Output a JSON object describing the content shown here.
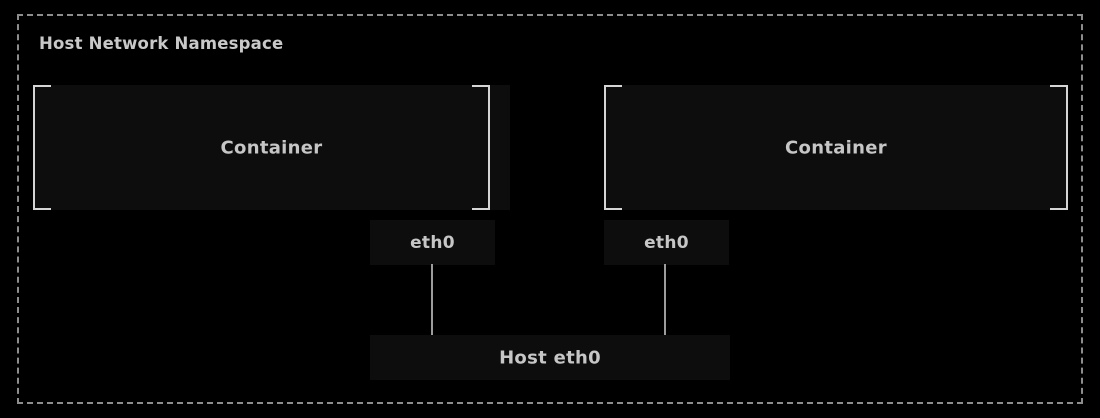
{
  "diagram": {
    "title": "Host Network Namespace",
    "background_color": "#000000",
    "boundary": {
      "name": "host-network-namespace",
      "style": "dashed",
      "color": "#8d8d8d"
    },
    "containers": [
      {
        "id": "container-left",
        "label": "Container",
        "style": "bracket",
        "fill": "#0d0d0d",
        "stroke": "#d5d5d5"
      },
      {
        "id": "container-right",
        "label": "Container",
        "style": "bracket",
        "fill": "#0d0d0d",
        "stroke": "#d5d5d5"
      }
    ],
    "interfaces": [
      {
        "id": "iface-left",
        "label": "eth0",
        "fill": "#0d0d0d"
      },
      {
        "id": "iface-right",
        "label": "eth0",
        "fill": "#0d0d0d"
      }
    ],
    "host_interface": {
      "id": "host-iface",
      "label": "Host eth0",
      "fill": "#0d0d0d"
    },
    "connectors": [
      {
        "id": "connector-left",
        "from": "iface-left",
        "to": "host-iface",
        "color": "#9c9c9c"
      },
      {
        "id": "connector-right",
        "from": "iface-right",
        "to": "host-iface",
        "color": "#9c9c9c"
      }
    ],
    "text_color": "#c6c6c6"
  }
}
